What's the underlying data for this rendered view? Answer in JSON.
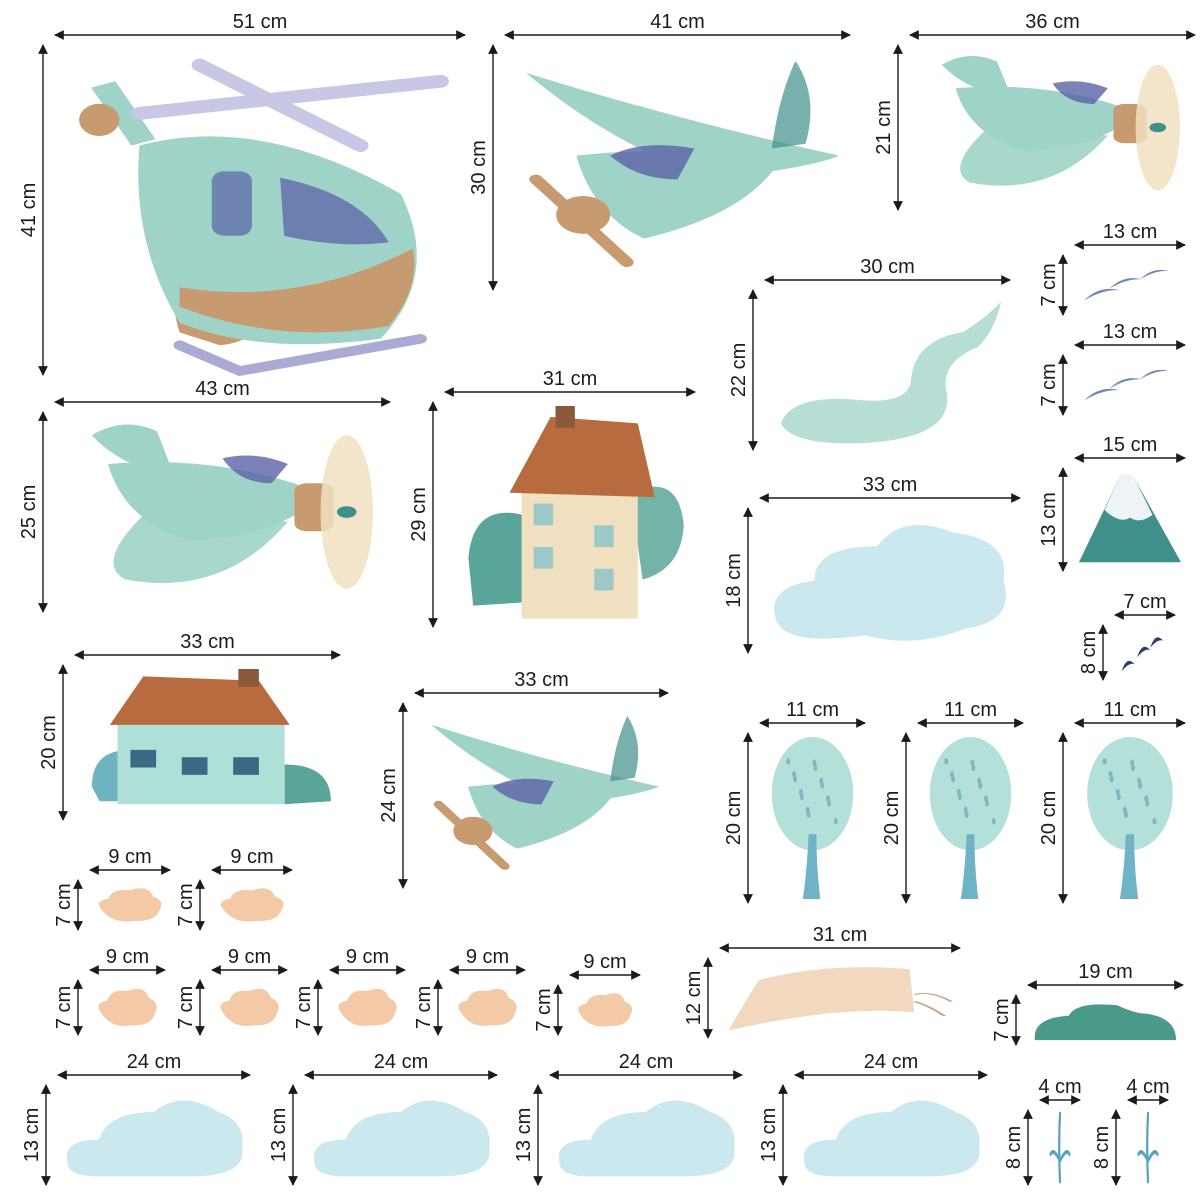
{
  "stickers": [
    {
      "kind": "helicopter",
      "name": "helicopter",
      "width": "51 cm",
      "height": "41 cm"
    },
    {
      "kind": "plane-left",
      "name": "plane-large",
      "width": "41 cm",
      "height": "30 cm"
    },
    {
      "kind": "plane-right",
      "name": "plane-topright",
      "width": "36 cm",
      "height": "21 cm"
    },
    {
      "kind": "stream",
      "name": "smoke-trail",
      "width": "30 cm",
      "height": "22 cm"
    },
    {
      "kind": "birds",
      "name": "birds-1",
      "width": "13 cm",
      "height": "7 cm"
    },
    {
      "kind": "birds",
      "name": "birds-2",
      "width": "13 cm",
      "height": "7 cm"
    },
    {
      "kind": "plane-right",
      "name": "plane-mid",
      "width": "43 cm",
      "height": "25 cm"
    },
    {
      "kind": "house-tall",
      "name": "house-tall",
      "width": "31 cm",
      "height": "29 cm"
    },
    {
      "kind": "cloud-big",
      "name": "cloud-large",
      "width": "33 cm",
      "height": "18 cm"
    },
    {
      "kind": "mountain",
      "name": "mountain",
      "width": "15 cm",
      "height": "13 cm"
    },
    {
      "kind": "birds-small",
      "name": "birds-small",
      "width": "7 cm",
      "height": "8 cm"
    },
    {
      "kind": "house-low",
      "name": "house-low",
      "width": "33 cm",
      "height": "20 cm"
    },
    {
      "kind": "plane-left",
      "name": "plane-small",
      "width": "33 cm",
      "height": "24 cm"
    },
    {
      "kind": "tree",
      "name": "tree-1",
      "width": "11 cm",
      "height": "20 cm"
    },
    {
      "kind": "tree",
      "name": "tree-2",
      "width": "11 cm",
      "height": "20 cm"
    },
    {
      "kind": "tree",
      "name": "tree-3",
      "width": "11 cm",
      "height": "20 cm"
    },
    {
      "kind": "puff",
      "name": "puff-1",
      "width": "9 cm",
      "height": "7 cm"
    },
    {
      "kind": "puff",
      "name": "puff-2",
      "width": "9 cm",
      "height": "7 cm"
    },
    {
      "kind": "puff",
      "name": "puff-3",
      "width": "9 cm",
      "height": "7 cm"
    },
    {
      "kind": "puff",
      "name": "puff-4",
      "width": "9 cm",
      "height": "7 cm"
    },
    {
      "kind": "puff",
      "name": "puff-5",
      "width": "9 cm",
      "height": "7 cm"
    },
    {
      "kind": "puff",
      "name": "puff-6",
      "width": "9 cm",
      "height": "7 cm"
    },
    {
      "kind": "puff",
      "name": "puff-7",
      "width": "9 cm",
      "height": "7 cm"
    },
    {
      "kind": "banner",
      "name": "banner",
      "width": "31 cm",
      "height": "12 cm"
    },
    {
      "kind": "bush",
      "name": "bush",
      "width": "19 cm",
      "height": "7 cm"
    },
    {
      "kind": "cloud",
      "name": "cloud-1",
      "width": "24 cm",
      "height": "13 cm"
    },
    {
      "kind": "cloud",
      "name": "cloud-2",
      "width": "24 cm",
      "height": "13 cm"
    },
    {
      "kind": "cloud",
      "name": "cloud-3",
      "width": "24 cm",
      "height": "13 cm"
    },
    {
      "kind": "cloud",
      "name": "cloud-4",
      "width": "24 cm",
      "height": "13 cm"
    },
    {
      "kind": "sprig",
      "name": "sprig-1",
      "width": "4 cm",
      "height": "8 cm"
    },
    {
      "kind": "sprig",
      "name": "sprig-2",
      "width": "4 cm",
      "height": "8 cm"
    }
  ],
  "colors": {
    "teal": "#9fd3c7",
    "teal_dark": "#3f8f8a",
    "cockpit": "#5b63a8",
    "wood": "#c79a6f",
    "roof": "#b86b3f",
    "cream": "#f0e0c0",
    "peach": "#e8b48a",
    "cloud": "#cbe8ee",
    "bird": "#6f86b8",
    "ink": "#1b1b1b"
  }
}
